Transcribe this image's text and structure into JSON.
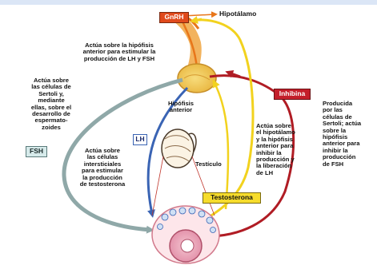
{
  "labels": {
    "gnrh": "GnRH",
    "hipotalamo": "Hipotálamo",
    "inhibina": "Inhibina",
    "lh": "LH",
    "fsh": "FSH",
    "testosterona": "Testosterona",
    "hipofisis_anterior": "Hipófisis\nanterior",
    "testiculo": "Testículo"
  },
  "notes": {
    "gnrh_action": "Actúa sobre la hipófisis\nanterior para estimular la\nproducción de LH y FSH",
    "fsh_action": "Actúa sobre\nlas células de\nSertoli y,\nmediante\nellas, sobre el\ndesarrollo de\nespermato-\nzoides",
    "lh_action": "Actúa sobre\nlas células\nintersticiales\npara estimular\nla producción\nde testosterona",
    "testosterona_action": "Actúa sobre\nel hipotálamo\ny la hipófisis\nanterior para\ninhibir la\nproducción y\nla liberación\nde LH",
    "inhibina_action": "Producida\npor las\ncélulas de\nSertoli; actúa\nsobre la\nhipófisis\nanterior para\ninhibir la\nproducción\nde FSH"
  },
  "colors": {
    "gnrh_pathway": "#e8761a",
    "lh_pathway": "#3a64b4",
    "fsh_pathway": "#8fa8a8",
    "testosterona_pathway": "#f2d21e",
    "inhibina_pathway": "#b01c24",
    "gland": "#f0c84a"
  }
}
